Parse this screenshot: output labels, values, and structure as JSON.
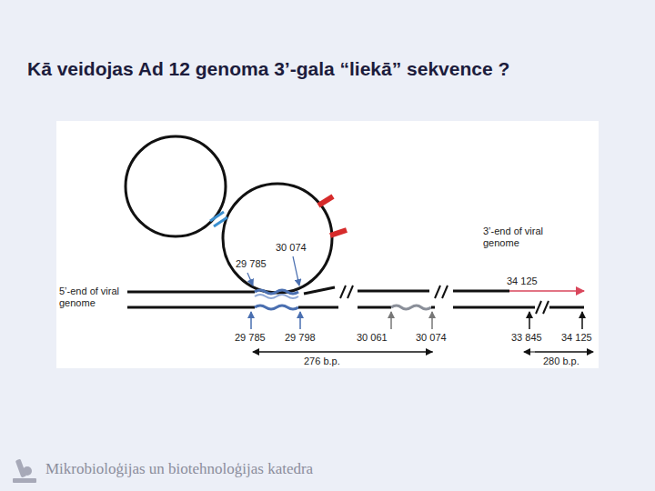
{
  "diagram": {
    "title": "Kā veidojas Ad 12 genoma 3’-gala “liekā” sekvence ?",
    "labels": [
      "3’-end of viral genome",
      "30 074",
      "29 785",
      "34 125",
      "5’-end of viral genome",
      "29 785",
      "29 798",
      "30 061",
      "30 074",
      "33 845",
      "34 125",
      "276 b.p.",
      "280 b.p.",
      "Mikrobioloģijas un biotehnoloģijas katedra"
    ]
  }
}
